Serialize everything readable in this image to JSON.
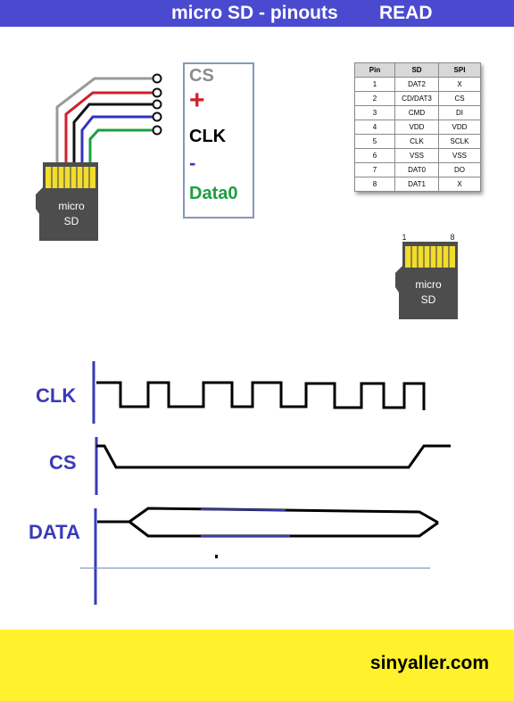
{
  "title": {
    "left": "micro SD - pinouts",
    "right": "READ"
  },
  "legend": {
    "items": [
      {
        "text": "CS",
        "color": "#8c8c8c"
      },
      {
        "text": "+",
        "color": "#d0202a"
      },
      {
        "text": "CLK",
        "color": "#000000"
      },
      {
        "text": "-",
        "color": "#3a3ab8"
      },
      {
        "text": "Data0",
        "color": "#1aa040"
      }
    ]
  },
  "card": {
    "line1": "micro",
    "line2": "SD",
    "pin_first": "1",
    "pin_last": "8"
  },
  "pin_table": {
    "headers": [
      "Pin",
      "SD",
      "SPI"
    ],
    "rows": [
      [
        "1",
        "DAT2",
        "X"
      ],
      [
        "2",
        "CD/DAT3",
        "CS"
      ],
      [
        "3",
        "CMD",
        "DI"
      ],
      [
        "4",
        "VDD",
        "VDD"
      ],
      [
        "5",
        "CLK",
        "SCLK"
      ],
      [
        "6",
        "VSS",
        "VSS"
      ],
      [
        "7",
        "DAT0",
        "DO"
      ],
      [
        "8",
        "DAT1",
        "X"
      ]
    ]
  },
  "timing": {
    "labels": [
      "CLK",
      "CS",
      "DATA"
    ]
  },
  "footer": {
    "site": "sinyaller.com"
  },
  "colors": {
    "title_bar": "#4a4ad0",
    "footer": "#fff22c",
    "label": "#3a3ab8",
    "card": "#4d4d4d",
    "contacts": "#f2dc2c"
  }
}
